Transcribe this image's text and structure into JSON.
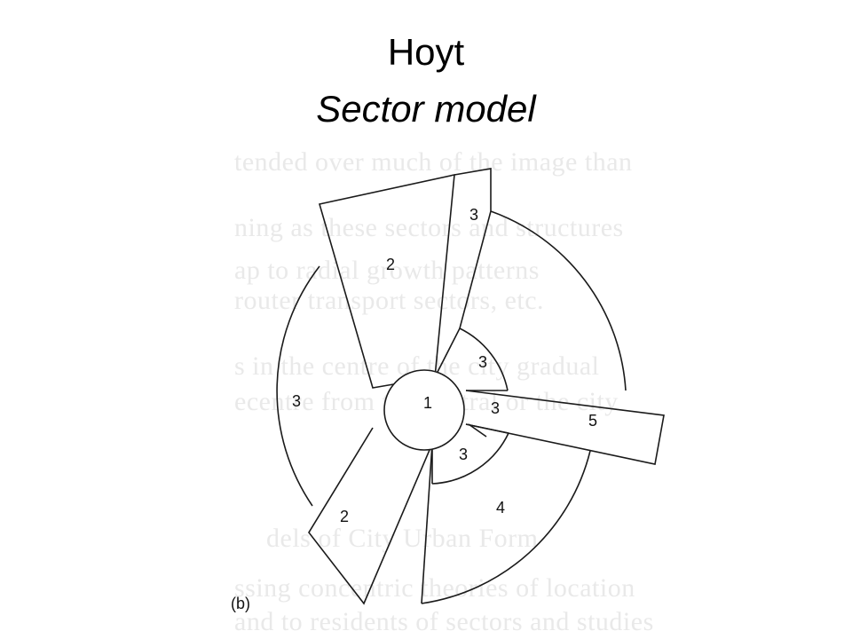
{
  "slide": {
    "title": "Hoyt",
    "subtitle": "Sector model"
  },
  "diagram": {
    "panel_label": "(b)",
    "zones": {
      "cbd": "1",
      "wholesale_north": "2",
      "wholesale_south": "2",
      "low_income_west": "3",
      "low_income_north": "3",
      "low_income_ring_upper": "3",
      "low_income_ring_mid": "3",
      "low_income_ring_lower": "3",
      "middle_income": "4",
      "high_income": "5"
    }
  },
  "background_text": {
    "line1": "tended over much of the image than",
    "line2": "ning as these sectors and structures",
    "line3": "ap to radial growth patterns",
    "line4": "router transport sectors, etc.",
    "line5": "s in the centre of the city gradual",
    "line6": "ecentre from the central or the city",
    "line7": "dels of City Urban Form",
    "line8": "ssing concentric theories of location",
    "line9": "and to residents of sectors and studies"
  }
}
